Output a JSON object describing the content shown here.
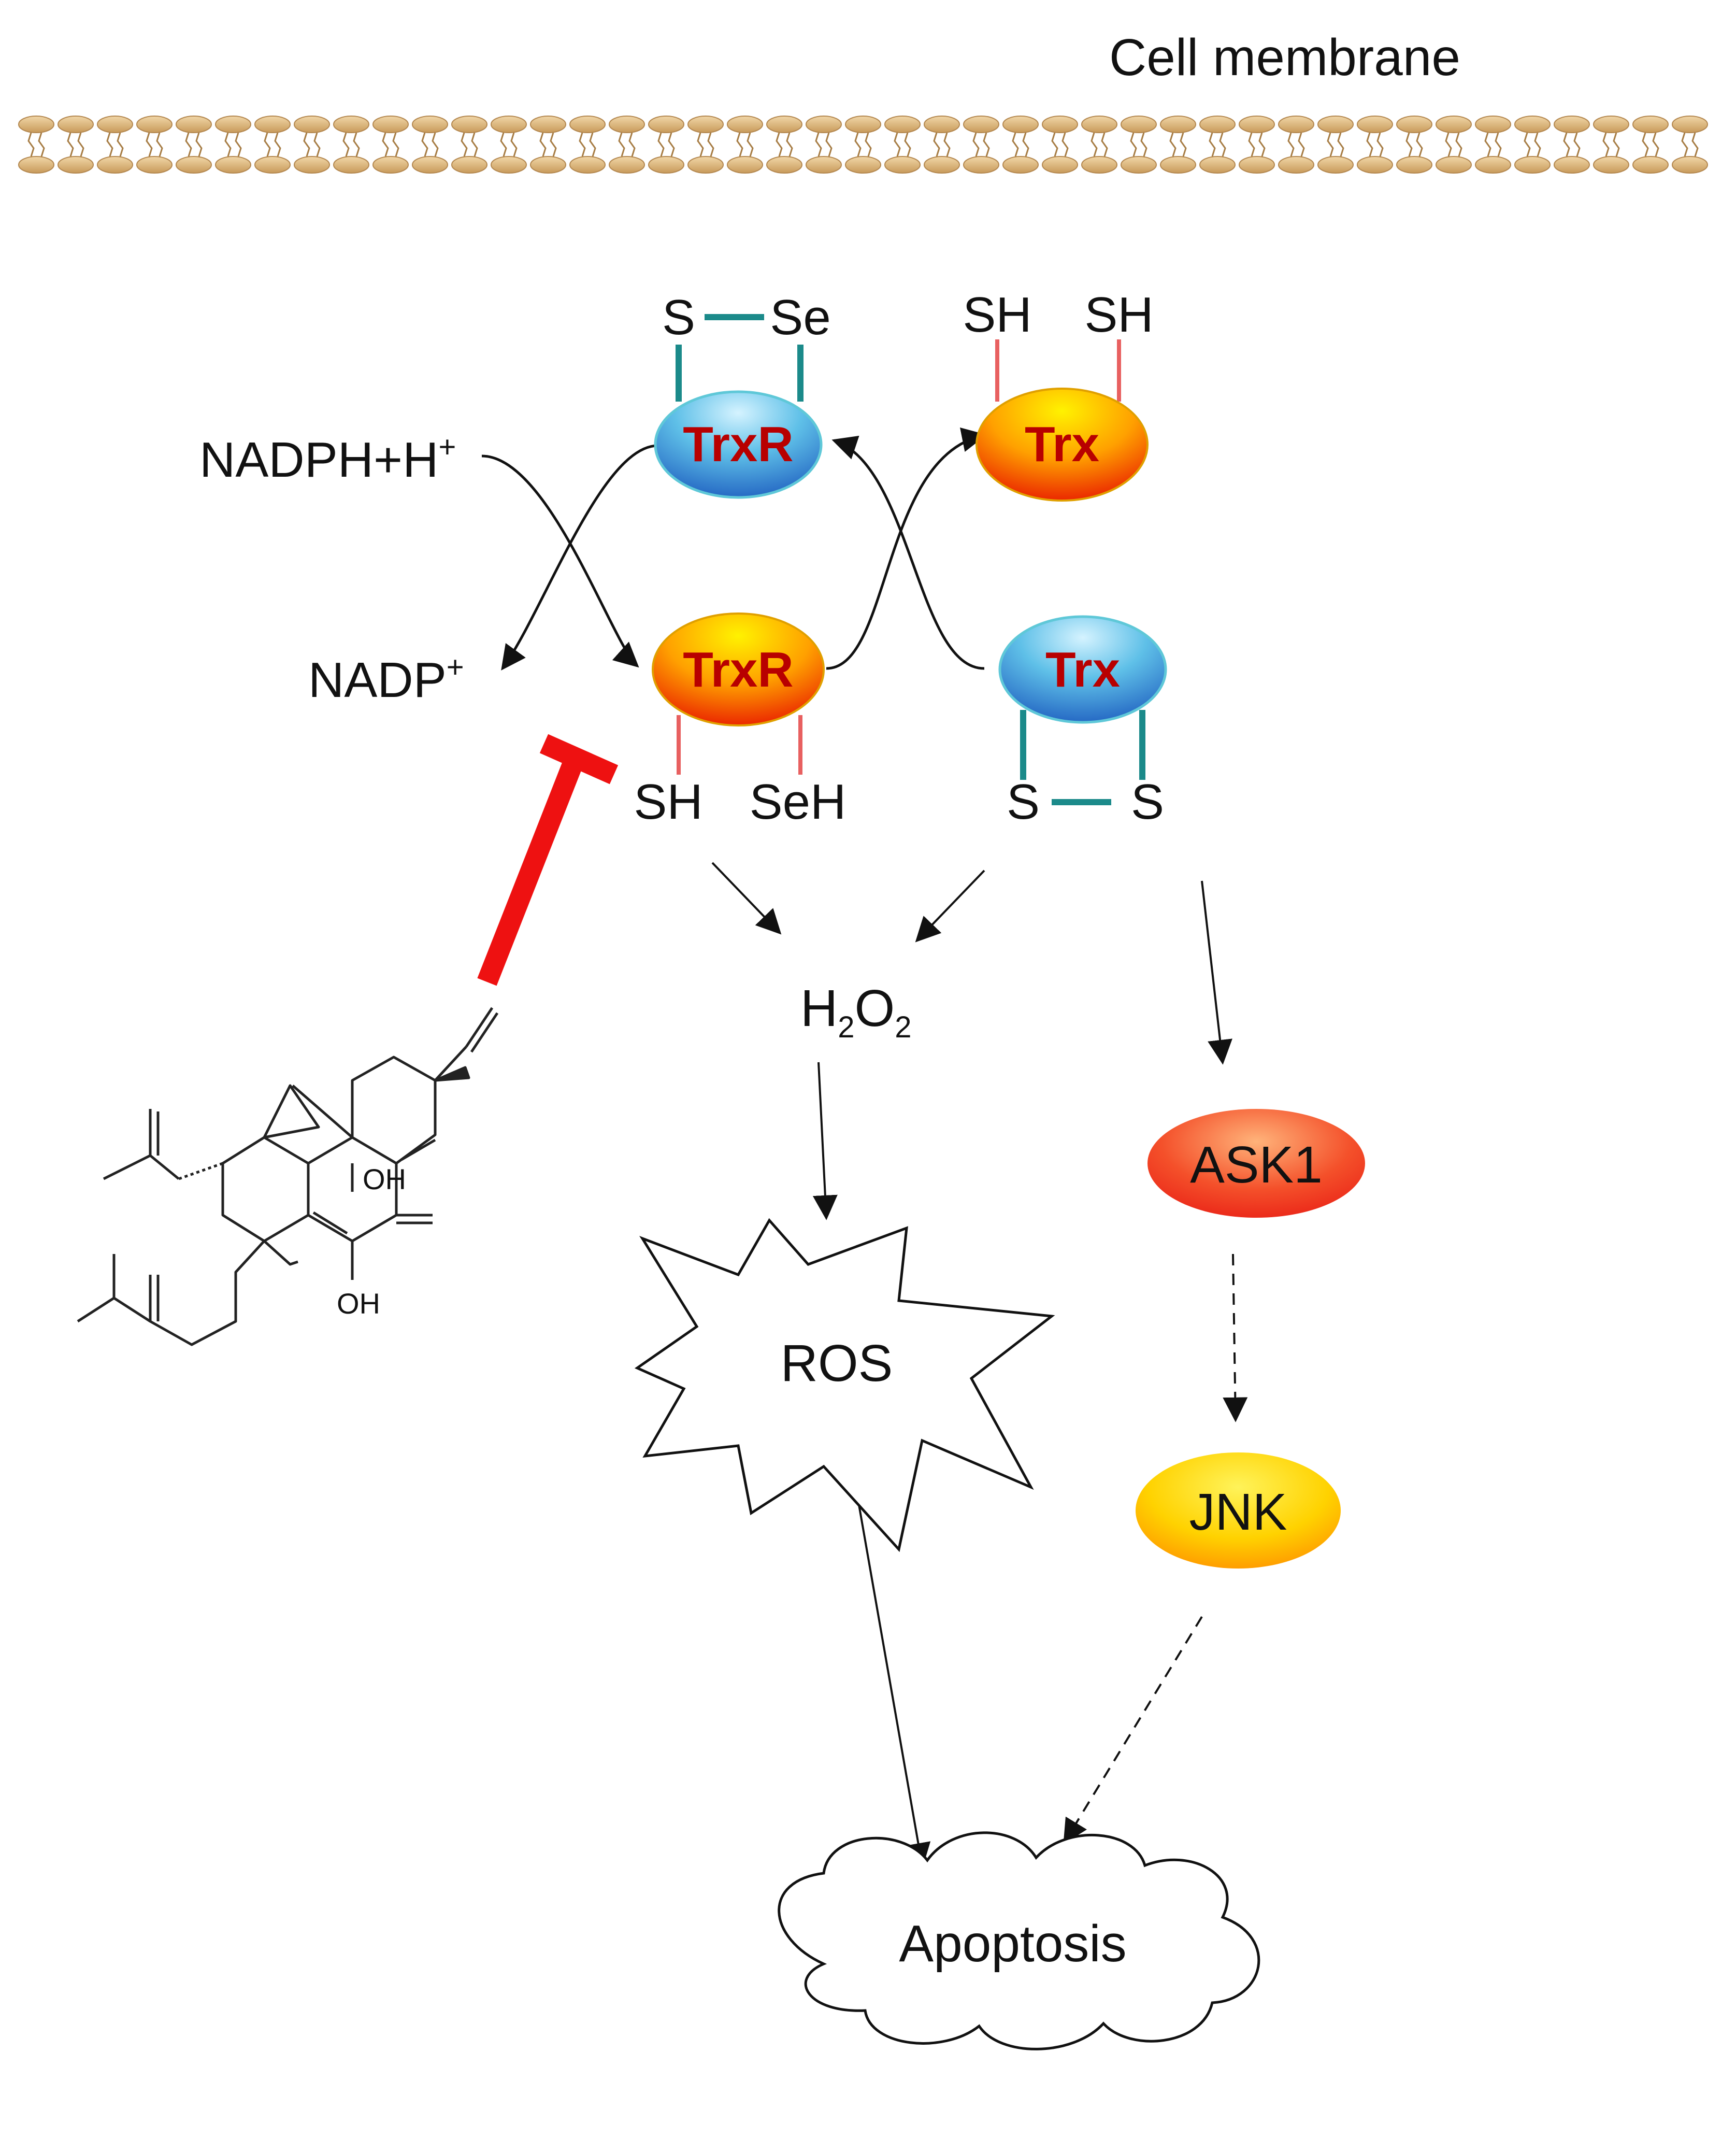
{
  "membrane": {
    "label": "Cell membrane"
  },
  "cofactors": {
    "nadph": "NADPH+H",
    "nadph_sup": "+",
    "nadp": "NADP",
    "nadp_sup": "+"
  },
  "enzymes": {
    "trxr_ox": {
      "label": "TrxR",
      "left_group": "S",
      "right_group": "Se"
    },
    "trxr_red": {
      "label": "TrxR",
      "left_group": "SH",
      "right_group": "SeH"
    },
    "trx_red": {
      "label": "Trx",
      "left_group": "SH",
      "right_group": "SH"
    },
    "trx_ox": {
      "label": "Trx",
      "left_group": "S",
      "right_group": "S"
    }
  },
  "species": {
    "h2o2": {
      "h": "H",
      "two_a": "2",
      "o": "O",
      "two_b": "2"
    },
    "ros": "ROS",
    "ask1": "ASK1",
    "jnk": "JNK",
    "apoptosis": "Apoptosis"
  },
  "compound": {
    "oh_upper": "OH",
    "oh_lower": "OH"
  },
  "colors": {
    "inhibitor": "#ee1111",
    "disulfide_bond": "#1b8a8a",
    "thiol_bond": "#e86060",
    "enzyme_label": "#b80000",
    "membrane": "#d8b27a",
    "oxidized_fill_top": "#d5f3ff",
    "oxidized_fill_bottom": "#1f78d0",
    "reduced_fill_top": "#ffe000",
    "reduced_fill_bottom": "#ee2000"
  }
}
